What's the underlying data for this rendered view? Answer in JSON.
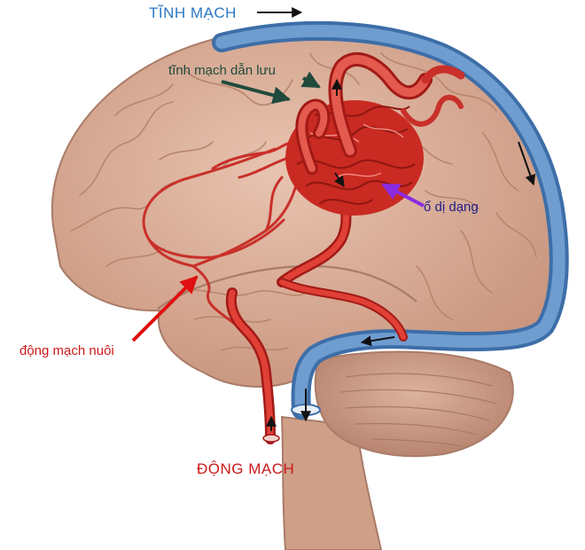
{
  "labels": {
    "vein": "TĨNH MẠCH",
    "draining_vein": "tĩnh mạch dẫn lưu",
    "nidus": "ổ dị dạng",
    "feeding_artery": "động mạch nuôi",
    "artery": "ĐỘNG MẠCH"
  },
  "colors": {
    "brain": "#dcb09a",
    "brain_outline": "#a97c68",
    "vein": "#5f8fc4",
    "artery": "#d8322a",
    "nidus": "#c92a22",
    "vein_label": "#2a78c4",
    "drain_label": "#1f4a3c",
    "nidus_label": "#1e1e88",
    "artery_label": "#cc1a1a",
    "nidus_pointer": "#8a2be2"
  }
}
